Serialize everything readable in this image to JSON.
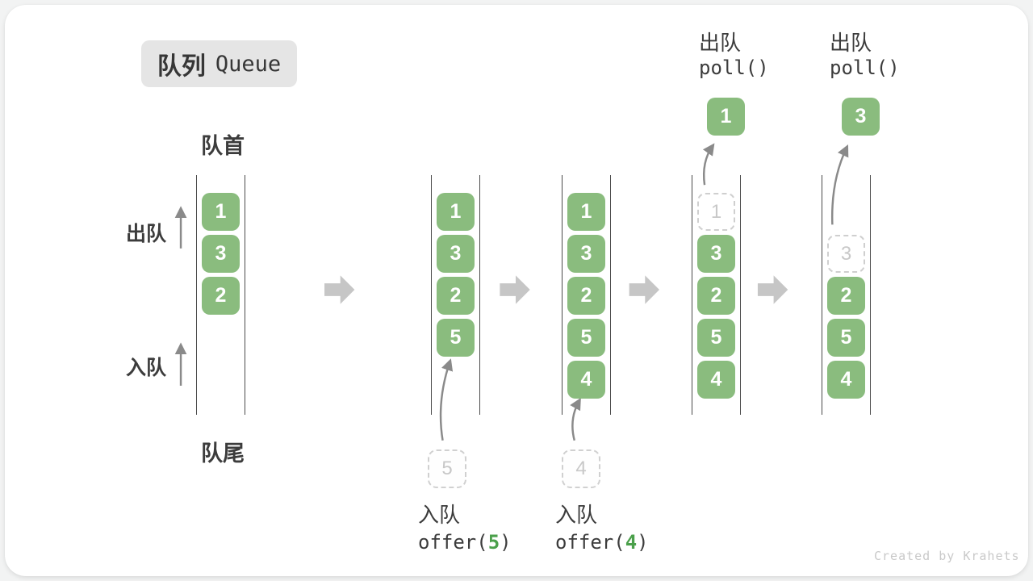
{
  "title": {
    "zh": "队列",
    "en": "Queue"
  },
  "labels": {
    "front": "队首",
    "rear": "队尾",
    "dequeue": "出队",
    "enqueue": "入队"
  },
  "queues": [
    {
      "slots": [
        {
          "v": "1",
          "t": "solid"
        },
        {
          "v": "3",
          "t": "solid"
        },
        {
          "v": "2",
          "t": "solid"
        }
      ]
    },
    {
      "slots": [
        {
          "v": "1",
          "t": "solid"
        },
        {
          "v": "3",
          "t": "solid"
        },
        {
          "v": "2",
          "t": "solid"
        },
        {
          "v": "5",
          "t": "solid"
        }
      ]
    },
    {
      "slots": [
        {
          "v": "1",
          "t": "solid"
        },
        {
          "v": "3",
          "t": "solid"
        },
        {
          "v": "2",
          "t": "solid"
        },
        {
          "v": "5",
          "t": "solid"
        },
        {
          "v": "4",
          "t": "solid"
        }
      ]
    },
    {
      "slots": [
        {
          "v": "1",
          "t": "dashed"
        },
        {
          "v": "3",
          "t": "solid"
        },
        {
          "v": "2",
          "t": "solid"
        },
        {
          "v": "5",
          "t": "solid"
        },
        {
          "v": "4",
          "t": "solid"
        }
      ]
    },
    {
      "slots": [
        {
          "v": "3",
          "t": "dashed"
        },
        {
          "v": "2",
          "t": "solid"
        },
        {
          "v": "5",
          "t": "solid"
        },
        {
          "v": "4",
          "t": "solid"
        }
      ]
    }
  ],
  "operations": {
    "offer5": {
      "action": "入队",
      "ghost": "5",
      "code_open": "offer(",
      "arg": "5",
      "code_close": ")"
    },
    "offer4": {
      "action": "入队",
      "ghost": "4",
      "code_open": "offer(",
      "arg": "4",
      "code_close": ")"
    },
    "poll1": {
      "action": "出队",
      "code": "poll()",
      "result": "1"
    },
    "poll2": {
      "action": "出队",
      "code": "poll()",
      "result": "3"
    }
  },
  "watermark": "Created by Krahets",
  "colors": {
    "box_green": "#8abc7e",
    "code_green": "#4ba04b",
    "wall_gray": "#4c4c4c",
    "arrow_gray": "#8a8a8a",
    "block_arrow_gray": "#c6c6c6",
    "dashed_gray": "#d0d0d0",
    "text_dark": "#3c3c3c",
    "badge_bg": "#e5e5e5",
    "watermark_gray": "#c9c9c9"
  }
}
